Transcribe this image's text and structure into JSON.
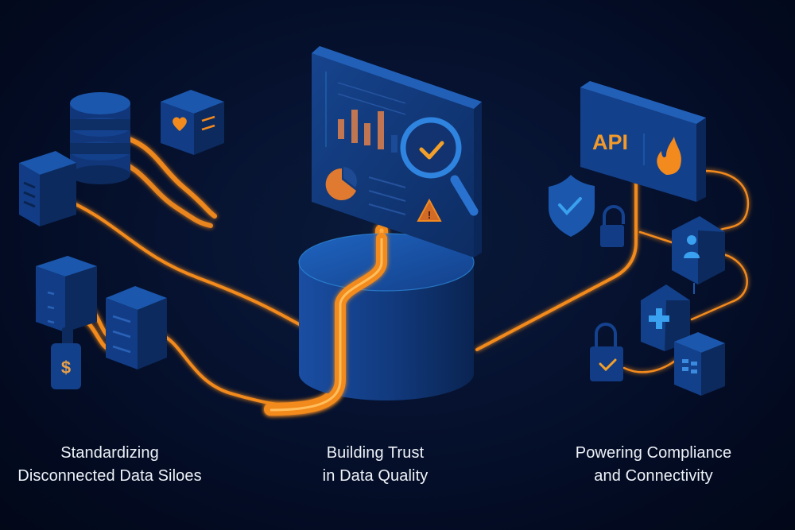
{
  "illustration": {
    "theme": "data integration pipeline",
    "colors": {
      "background": "#030b22",
      "block_blue": "#123a7a",
      "block_light": "#1c53a8",
      "accent_orange": "#f28a1e",
      "accent_blue": "#2f8fe0",
      "text": "#eef2f8"
    }
  },
  "sections": [
    {
      "id": "left",
      "caption_lines": [
        "Standardizing",
        "Disconnected Data Siloes"
      ],
      "icons": [
        "database-icon",
        "server-icon",
        "health-heart-box-icon",
        "dollar-lock-icon"
      ]
    },
    {
      "id": "middle",
      "caption_lines": [
        "Building Trust",
        "in Data Quality"
      ],
      "icons": [
        "dashboard-panel-icon",
        "bar-chart-icon",
        "pie-chart-icon",
        "magnifier-check-icon",
        "warning-icon",
        "central-cylinder-hub"
      ]
    },
    {
      "id": "right",
      "caption_lines": [
        "Powering Compliance",
        "and Connectivity"
      ],
      "panel_label": "API",
      "icons": [
        "api-panel",
        "flame-icon",
        "shield-check-icon",
        "padlock-icon",
        "user-house-icon",
        "medical-house-icon",
        "lock-check-icon",
        "building-icon"
      ]
    }
  ]
}
